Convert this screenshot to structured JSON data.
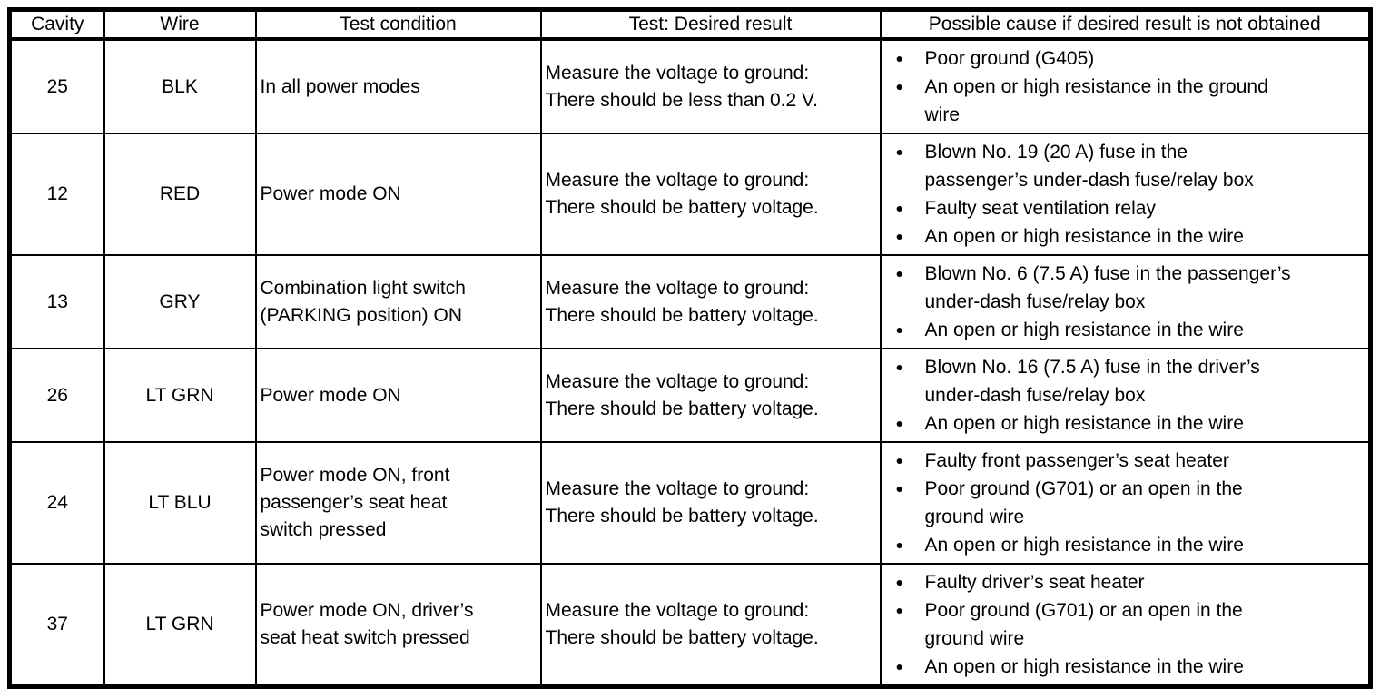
{
  "colors": {
    "background": "#ffffff",
    "text": "#000000",
    "border": "#000000"
  },
  "table": {
    "columns": [
      "Cavity",
      "Wire",
      "Test condition",
      "Test: Desired result",
      "Possible cause if desired result is not obtained"
    ],
    "rows": [
      {
        "cavity": "25",
        "wire": "BLK",
        "condition": "In all power modes",
        "result": "Measure the voltage to ground:\nThere should be less than 0.2 V.",
        "causes": [
          "Poor ground (G405)",
          "An open or high resistance in the ground\nwire"
        ]
      },
      {
        "cavity": "12",
        "wire": "RED",
        "condition": "Power mode ON",
        "result": "Measure the voltage to ground:\nThere should be battery voltage.",
        "causes": [
          "Blown No. 19 (20 A) fuse in the\npassenger’s under-dash fuse/relay box",
          "Faulty seat ventilation relay",
          "An open or high resistance in the wire"
        ]
      },
      {
        "cavity": "13",
        "wire": "GRY",
        "condition": "Combination light switch\n(PARKING position) ON",
        "result": "Measure the voltage to ground:\nThere should be battery voltage.",
        "causes": [
          "Blown No. 6 (7.5 A) fuse in the passenger’s\nunder-dash fuse/relay box",
          "An open or high resistance in the wire"
        ]
      },
      {
        "cavity": "26",
        "wire": "LT GRN",
        "condition": "Power mode ON",
        "result": "Measure the voltage to ground:\nThere should be battery voltage.",
        "causes": [
          "Blown No. 16 (7.5 A) fuse in the driver’s\nunder-dash fuse/relay box",
          "An open or high resistance in the wire"
        ]
      },
      {
        "cavity": "24",
        "wire": "LT BLU",
        "condition": "Power mode ON, front\npassenger’s seat heat\nswitch pressed",
        "result": "Measure the voltage to ground:\nThere should be battery voltage.",
        "causes": [
          "Faulty front passenger’s seat heater",
          "Poor ground (G701) or an open in the\nground wire",
          "An open or high resistance in the wire"
        ]
      },
      {
        "cavity": "37",
        "wire": "LT GRN",
        "condition": "Power mode ON, driver’s\nseat heat switch pressed",
        "result": "Measure the voltage to ground:\nThere should be battery voltage.",
        "causes": [
          "Faulty driver’s seat heater",
          "Poor ground (G701) or an open in the\nground wire",
          "An open or high resistance in the wire"
        ]
      }
    ]
  }
}
